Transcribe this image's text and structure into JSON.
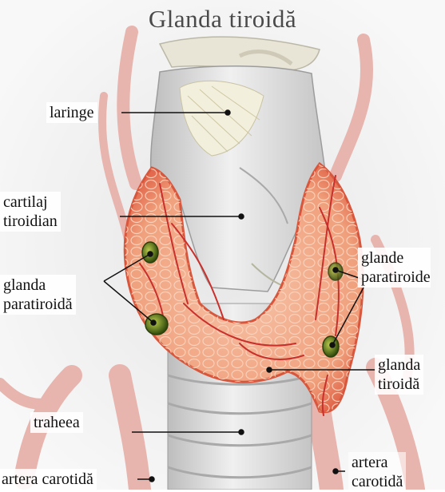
{
  "title": "Glanda tiroidă",
  "labels": {
    "laringe": "laringe",
    "cartilaj_l1": "cartilaj",
    "cartilaj_l2": "tiroidian",
    "glanda_para_l1": "glanda",
    "glanda_para_l2": "paratiroidă",
    "glande_para_l1": "glande",
    "glande_para_l2": "paratiroide",
    "glanda_tir_l1": "glanda",
    "glanda_tir_l2": "tiroidă",
    "traheea": "traheea",
    "artera_left": "artera carotidă",
    "artera_right_l1": "artera",
    "artera_right_l2": "carotidă"
  },
  "colors": {
    "thyroid": "#f0a07c",
    "thyroid_edge": "#d8563c",
    "parathyroid": "#5a7a1c",
    "artery": "#e8b4ae",
    "cartilage": "#dcdcdc",
    "leader": "#111111"
  }
}
